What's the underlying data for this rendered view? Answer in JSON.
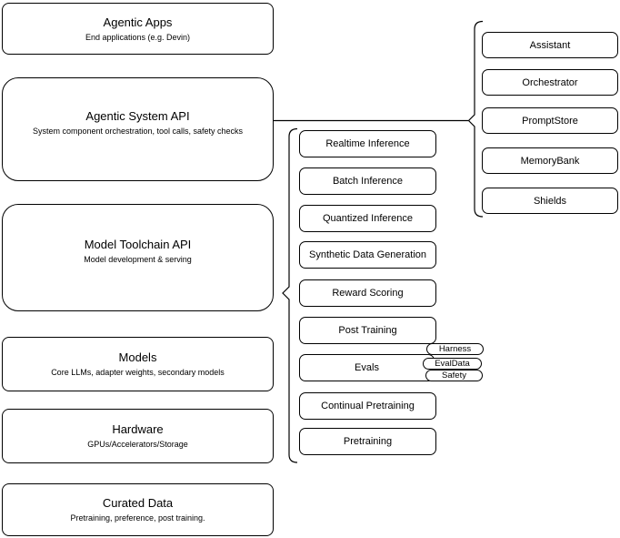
{
  "diagram_title": "Agentic system stack diagram",
  "left_column": [
    {
      "title": "Agentic Apps",
      "subtitle": "End applications (e.g. Devin)"
    },
    {
      "title": "Agentic System API",
      "subtitle": "System component orchestration, tool calls, safety checks"
    },
    {
      "title": "Model Toolchain API",
      "subtitle": "Model development & serving"
    },
    {
      "title": "Models",
      "subtitle": "Core LLMs, adapter weights, secondary models"
    },
    {
      "title": "Hardware",
      "subtitle": "GPUs/Accelerators/Storage"
    },
    {
      "title": "Curated Data",
      "subtitle": "Pretraining, preference, post training."
    }
  ],
  "toolchain_items": [
    "Realtime Inference",
    "Batch Inference",
    "Quantized Inference",
    "Synthetic Data Generation",
    "Reward Scoring",
    "Post Training",
    "Evals",
    "Continual Pretraining",
    "Pretraining"
  ],
  "eval_tags": [
    "Harness",
    "EvalData",
    "Safety"
  ],
  "system_components": [
    "Assistant",
    "Orchestrator",
    "PromptStore",
    "MemoryBank",
    "Shields"
  ],
  "colors": {
    "stroke": "#000000",
    "fill": "#ffffff",
    "text": "#000000"
  }
}
